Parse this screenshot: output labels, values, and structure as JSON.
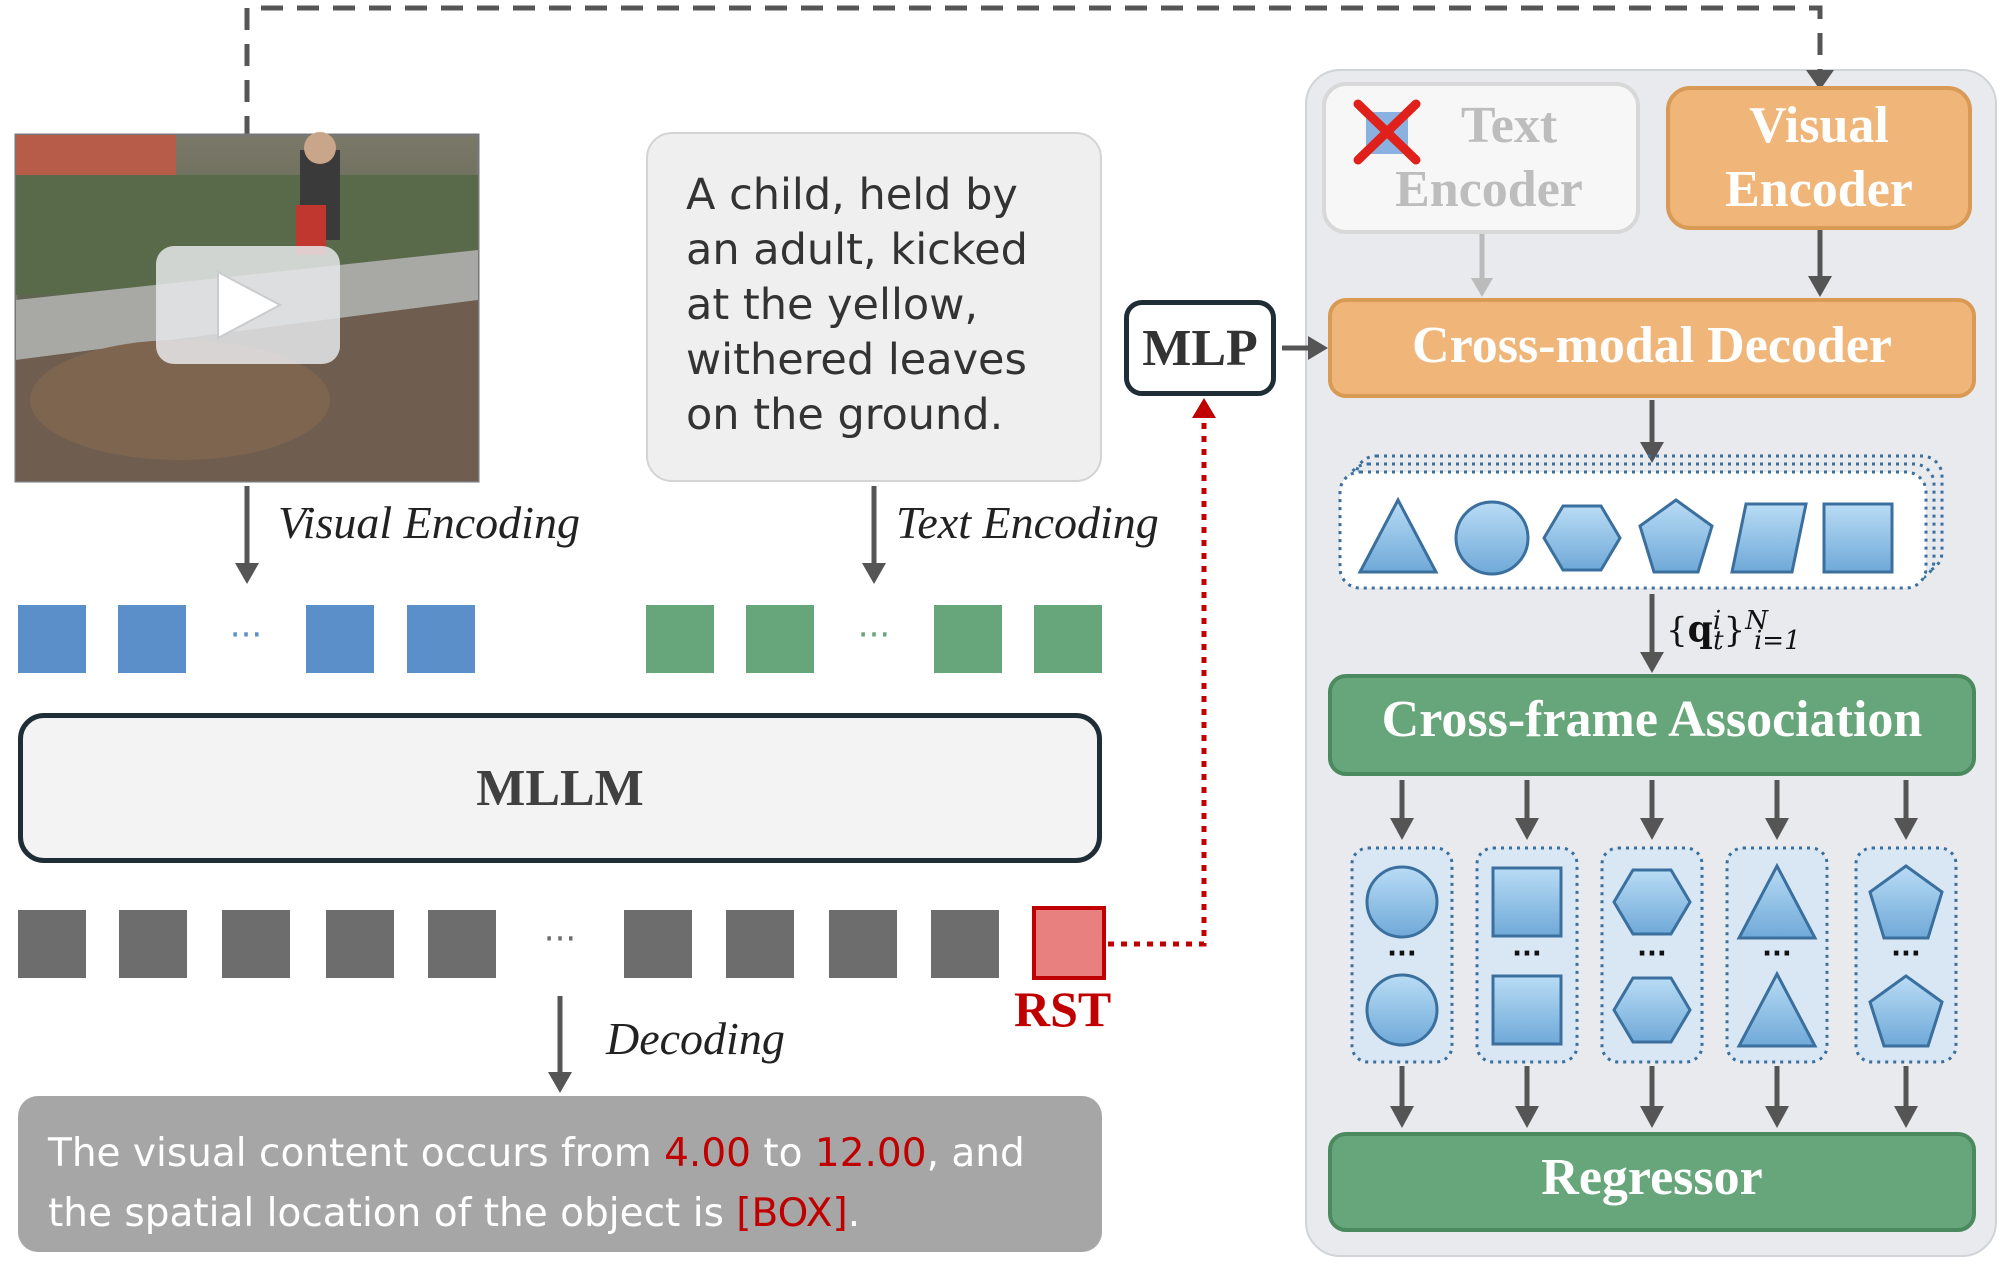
{
  "input_caption": {
    "lines": [
      "A child, held by",
      "an adult, kicked",
      "at the yellow,",
      "withered leaves",
      "on the ground."
    ]
  },
  "labels": {
    "visual_encoding": "Visual Encoding",
    "text_encoding": "Text Encoding",
    "decoding": "Decoding",
    "mllm": "MLLM",
    "mlp": "MLP",
    "rst": "RST",
    "ellipsis": "···"
  },
  "output": {
    "line1_a": "The visual content occurs from ",
    "start_time": "4.00",
    "line1_b": " to ",
    "end_time": "12.00",
    "line1_c": ", and",
    "line2_a": "the spatial location of the object is ",
    "box_token": "[BOX]",
    "line2_b": "."
  },
  "right_panel": {
    "text_encoder_line1": "Text",
    "text_encoder_line2": "Encoder",
    "visual_encoder_line1": "Visual",
    "visual_encoder_line2": "Encoder",
    "cross_modal_decoder": "Cross-modal Decoder",
    "cross_frame_association": "Cross-frame Association",
    "regressor": "Regressor",
    "queries_sub": "i",
    "queries_t": "t",
    "queries_range": "i=1",
    "queries_upper": "N"
  },
  "colors": {
    "visual_token": "#5b8fc9",
    "text_token": "#67a67a",
    "output_token": "#6d6d6d",
    "rst_token": "#e88080",
    "rst_text": "#c00000",
    "decoder": "#f0b679",
    "association": "#67a67a",
    "panel_bg": "#e8eaed",
    "shape_fill": "#8fc0e8",
    "shape_stroke": "#3a6f9e"
  }
}
